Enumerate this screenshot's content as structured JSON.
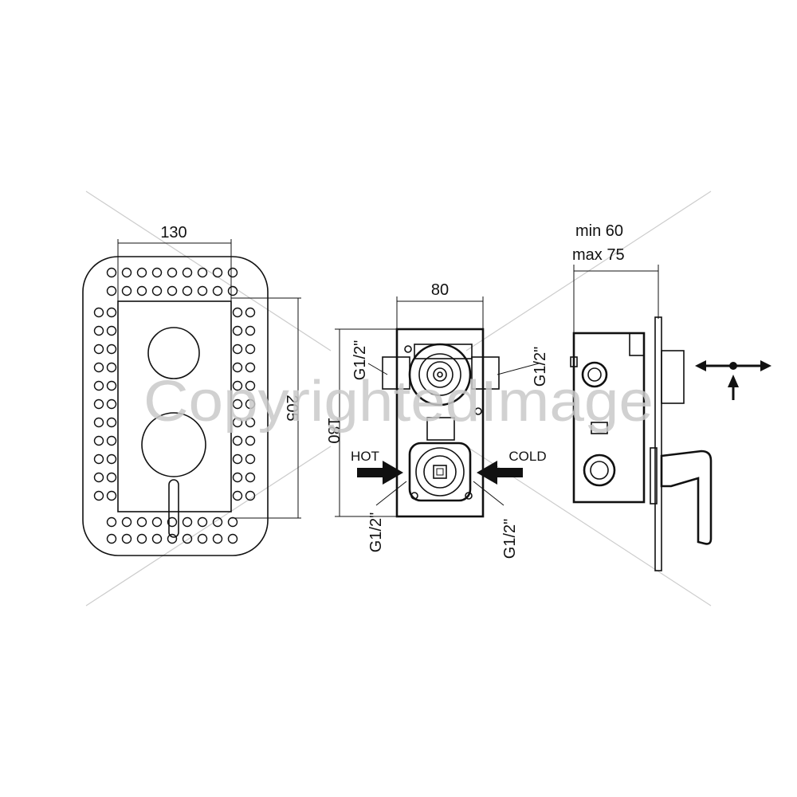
{
  "front_view": {
    "width_dimension": "130",
    "height_dimension": "205"
  },
  "box_view": {
    "width_dimension": "80",
    "height_dimension": "180",
    "inlet_hot_label": "HOT",
    "inlet_cold_label": "COLD",
    "thread_top_left": "G1/2\"",
    "thread_top_right": "G1/2\"",
    "thread_bottom_left": "G1/2\"",
    "thread_bottom_right": "G1/2\""
  },
  "side_view": {
    "depth_min": "min 60",
    "depth_max": "max 75"
  },
  "watermark": "CopyrightedImage",
  "colors": {
    "line": "#111111",
    "watermark": "#c9c9c9",
    "guide_lines": "#cccccc"
  }
}
